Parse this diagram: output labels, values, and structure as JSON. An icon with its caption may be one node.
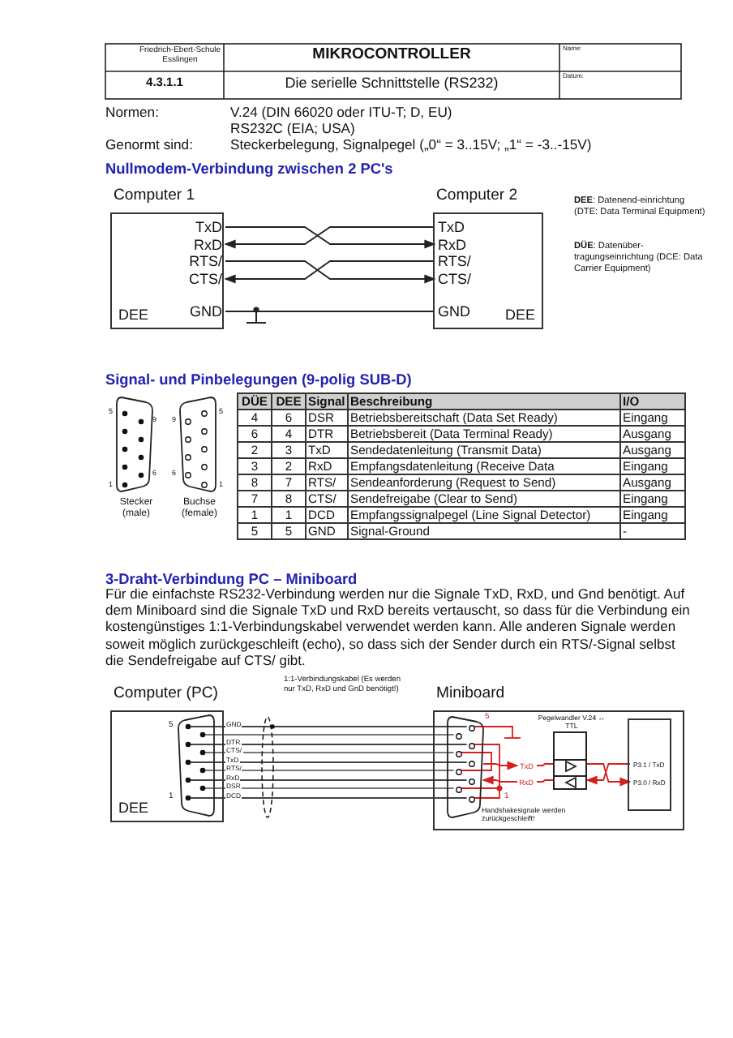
{
  "diagram": {
    "nodes": [
      {
        "text": [
          "Computer 1",
          "DEE"
        ]
      },
      {
        "text": [
          "TxD"
        ],
        "in": 0
      },
      {
        "text": [
          "RxD"
        ],
        "in": 0
      },
      {
        "text": [
          "RTS/"
        ],
        "in": 0
      },
      {
        "text": [
          "CTS/"
        ],
        "in": 0
      },
      {
        "text": [
          "GND"
        ],
        "in": 0
      },
      {
        "text": [
          "Computer 2",
          "DEE"
        ]
      },
      {
        "text": [
          "TxD"
        ],
        "in": 6
      },
      {
        "text": [
          "RxD"
        ],
        "in": 6
      },
      {
        "text": [
          "RTS/"
        ],
        "in": 6
      },
      {
        "text": [
          "CTS/"
        ],
        "in": 6
      },
      {
        "text": [
          "GND"
        ],
        "in": 6
      },
      {
        "text": [
          "Computer (PC)",
          "DEE"
        ]
      },
      {
        "text": [
          "Miniboard"
        ]
      },
      {
        "text": [],
        "shape": "box",
        "in": 13,
        "beside": [
          "Pegelwandler V.24 ↔ TTL"
        ]
      },
      {
        "text": [
          "TxD"
        ],
        "in": 13
      },
      {
        "text": [
          "RxD"
        ],
        "in": 13
      },
      {
        "text": [],
        "shape": "box",
        "in": 13
      },
      {
        "text": [
          "P3.1 / TxD"
        ],
        "in": 17
      },
      {
        "text": [
          "P3.0 / RxD"
        ],
        "in": 17
      },
      {
        "text": [],
        "shape": "picture",
        "in": 13
      }
    ],
    "edges": [
      {
        "from": 1,
        "to": 8,
        "arrow": "to",
        "color": "#222222"
      },
      {
        "from": 7,
        "to": 2,
        "arrow": "to",
        "color": "#222222"
      },
      {
        "from": 3,
        "to": 10,
        "arrow": "to",
        "color": "#222222"
      },
      {
        "from": 9,
        "to": 4,
        "arrow": "to",
        "color": "#222222"
      },
      {
        "from": 5,
        "to": 11,
        "arrow": "none",
        "color": "#222222"
      },
      {
        "from": 20,
        "to": 15,
        "arrow": "to",
        "color": "#d42020"
      },
      {
        "from": 15,
        "to": 14,
        "arrow": "none",
        "color": "#d42020"
      },
      {
        "from": 14,
        "to": 19,
        "arrow": "to",
        "color": "#d42020"
      },
      {
        "from": 18,
        "to": 14,
        "arrow": "to",
        "color": "#d42020"
      },
      {
        "from": 14,
        "to": 16,
        "arrow": "none",
        "color": "#d42020"
      },
      {
        "from": 16,
        "to": 20,
        "arrow": "to",
        "color": "#d42020"
      }
    ],
    "labels": [
      "Friedrich-Ebert-Schule Esslingen",
      "MIKROCONTROLLER",
      "Name:",
      "4.3.1.1",
      "Die serielle Schnittstelle (RS232)",
      "Datum:",
      "Normen:",
      "V.24 (DIN 66020 oder ITU-T; D, EU)",
      "RS232C (EIA; USA)",
      "Genormt sind:",
      "Steckerbelegung, Signalpegel („0“ = 3..15V; „1“ = -3..-15V)",
      "Nullmodem-Verbindung zwischen 2 PC's",
      "**DEE**: Datenend-einrichtung (DTE: Data Terminal Equipment)",
      "**DÜE**: Datenüber-tragungseinrichtung (DCE: Data Carrier Equipment)",
      "Signal- und Pinbelegungen (9-polig SUB-D)",
      "5",
      "9",
      "1",
      "6",
      "9",
      "5",
      "6",
      "1",
      "Stecker (male)",
      "Buchse (female)",
      "DÜE",
      "DEE",
      "Signal",
      "Beschreibung",
      "I/O",
      "4",
      "6",
      "DSR",
      "Betriebsbereitschaft (Data Set Ready)",
      "Eingang",
      "6",
      "4",
      "DTR",
      "Betriebsbereit (Data Terminal Ready)",
      "Ausgang",
      "2",
      "3",
      "TxD",
      "Sendedatenleitung (Transmit Data)",
      "Ausgang",
      "3",
      "2",
      "RxD",
      "Empfangsdatenleitung (Receive Data",
      "Eingang",
      "8",
      "7",
      "RTS/",
      "Sendeanforderung (Request to Send)",
      "Ausgang",
      "7",
      "8",
      "CTS/",
      "Sendefreigabe (Clear to Send)",
      "Eingang",
      "1",
      "1",
      "DCD",
      "Empfangssignalpegel (Line Signal Detector)",
      "Eingang",
      "5",
      "5",
      "GND",
      "Signal-Ground",
      "-",
      "3-Draht-Verbindung PC – Miniboard",
      "Für die einfachste RS232-Verbindung werden nur die Signale TxD, RxD, und Gnd benötigt. Auf dem Miniboard sind die Signale TxD und RxD bereits vertauscht, so dass für die Verbindung ein kostengünstiges 1:1-Verbindungskabel verwendet werden kann. Alle anderen Signale werden soweit möglich zurückgeschleift (echo), so dass sich der Sender durch ein RTS/-Signal selbst die Sendefreigabe auf CTS/ gibt.",
      "1:1-Verbindungskabel (Es werden nur TxD, RxD und GnD benötigt!)",
      "5",
      "1",
      "GND",
      "DTR",
      "CTS/",
      "TxD",
      "RTS/",
      "RxD",
      "DSR",
      "DCD",
      "5",
      "1",
      "Handshakesignale werden zurückgeschleift!"
    ]
  }
}
